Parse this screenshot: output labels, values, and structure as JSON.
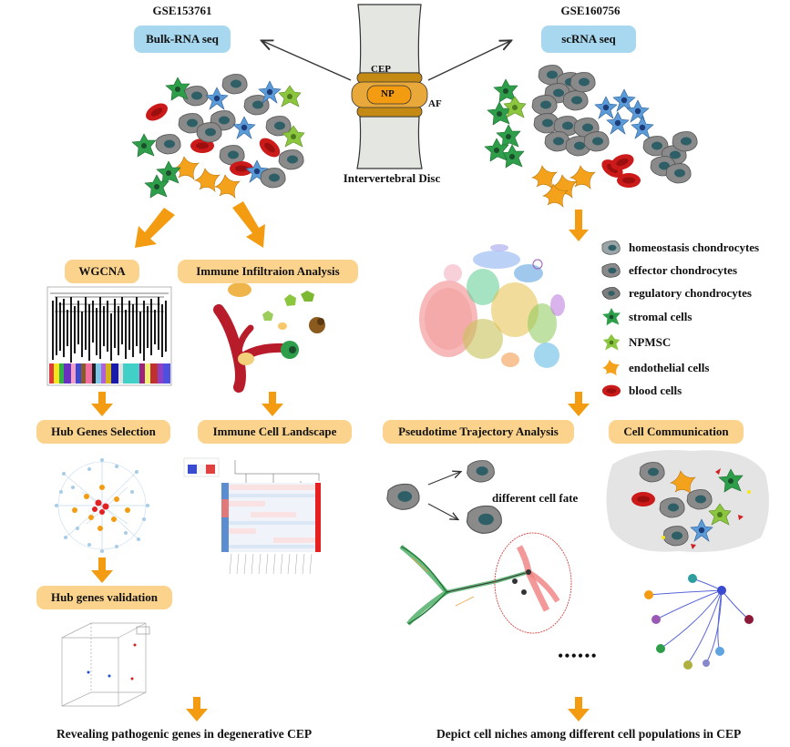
{
  "left_dataset": {
    "accession": "GSE153761",
    "method": "Bulk-RNA seq"
  },
  "right_dataset": {
    "accession": "GSE160756",
    "method": "scRNA seq"
  },
  "disc": {
    "cep": "CEP",
    "np": "NP",
    "af": "AF",
    "caption": "Intervertebral Disc"
  },
  "steps": {
    "wgcna": "WGCNA",
    "immune_infiltration": "Immune Infiltraion Analysis",
    "hub_selection": "Hub Genes Selection",
    "immune_landscape": "Immune Cell Landscape",
    "hub_validation": "Hub genes validation",
    "pseudotime": "Pseudotime Trajectory Analysis",
    "cell_communication": "Cell Communication"
  },
  "cell_fate_label": "different cell fate",
  "legend": [
    {
      "label": "homeostasis chondrocytes",
      "icon": "homeostasis-chondrocyte-icon",
      "color": "#9aa5a8"
    },
    {
      "label": "effector chondrocytes",
      "icon": "effector-chondrocyte-icon",
      "color": "#8a8a8a"
    },
    {
      "label": "regulatory chondrocytes",
      "icon": "regulatory-chondrocyte-icon",
      "color": "#7d7d7d"
    },
    {
      "label": "stromal cells",
      "icon": "stromal-cell-icon",
      "color": "#2e9e4a"
    },
    {
      "label": "NPMSC",
      "icon": "npmsc-icon",
      "color": "#8cc63f"
    },
    {
      "label": "endothelial cells",
      "icon": "endothelial-cell-icon",
      "color": "#f4a21c"
    },
    {
      "label": "blood cells",
      "icon": "blood-cell-icon",
      "color": "#d42020"
    }
  ],
  "ellipsis": "••••••",
  "conclusions": {
    "left": "Revealing pathogenic genes in degenerative CEP",
    "right": "Depict cell niches among different cell populations in CEP"
  },
  "colors": {
    "arrow": "#f39c12",
    "pill_orange": "#fbd38d",
    "pill_blue": "#a8d8f0",
    "disc_np": "#f39c12"
  }
}
